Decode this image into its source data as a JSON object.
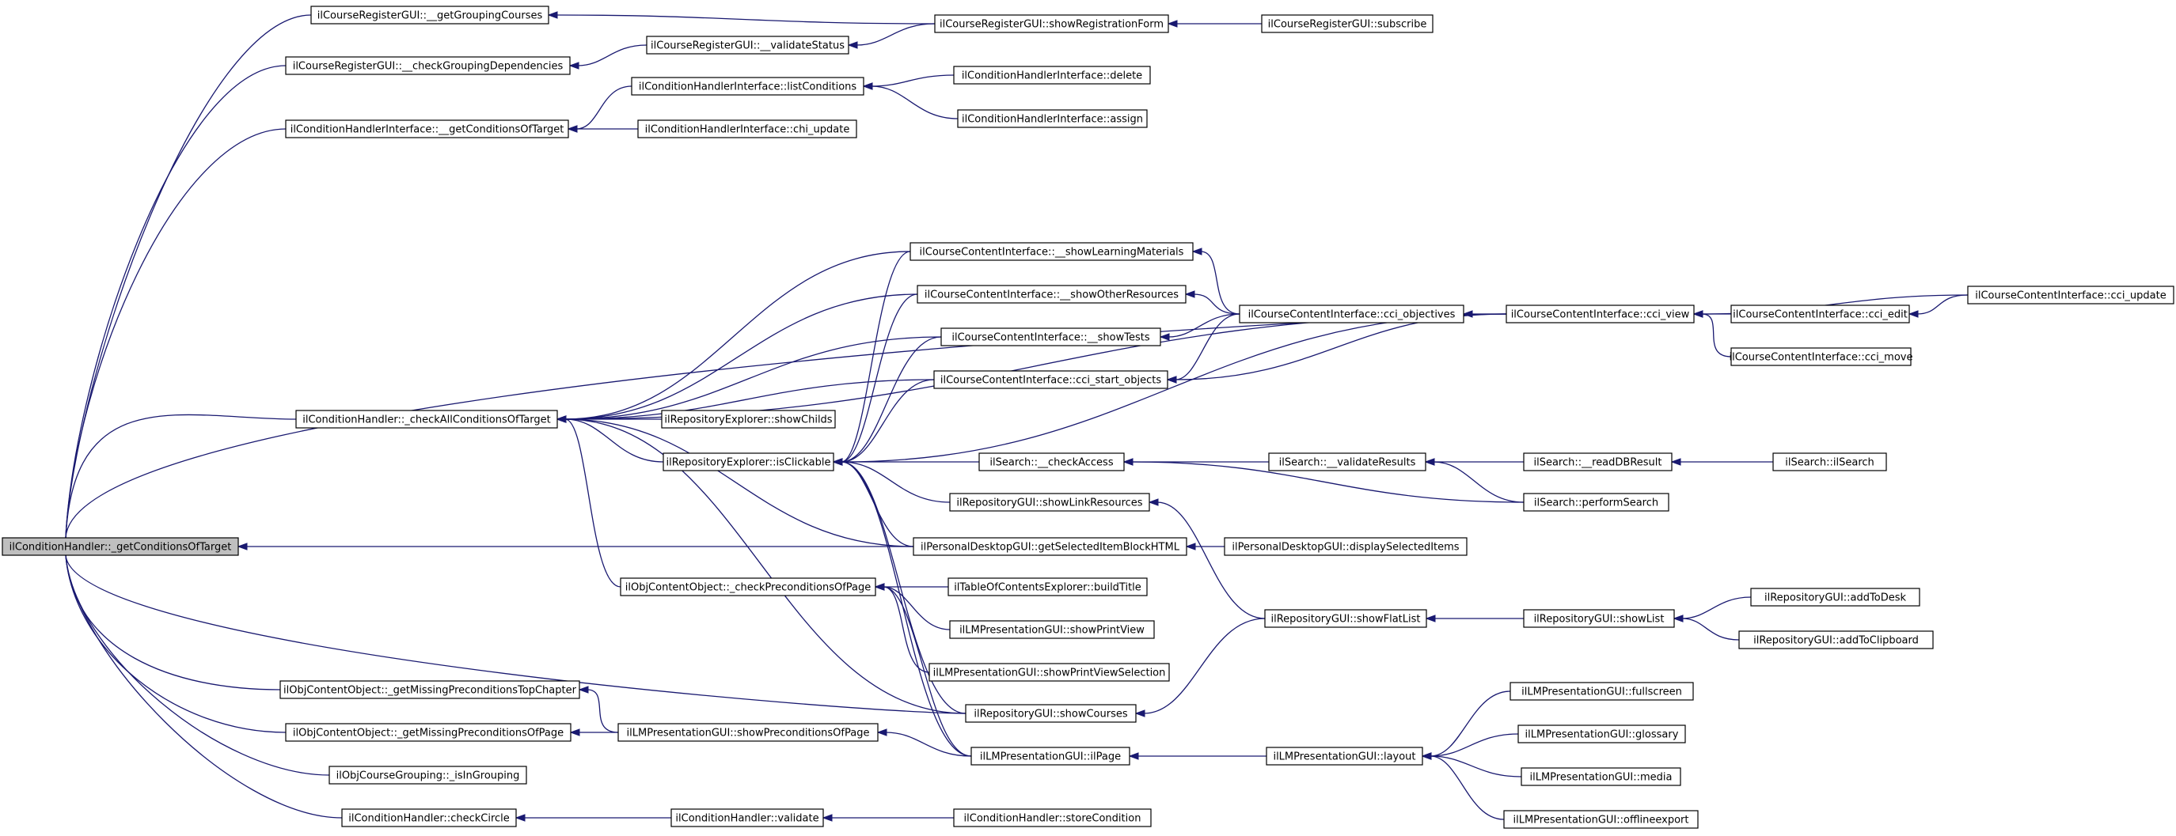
{
  "colors": {
    "edge": "#191970",
    "node_border": "#000000",
    "root_fill": "#bfbfbf",
    "node_fill": "#ffffff"
  },
  "nodes": [
    {
      "id": "root",
      "label": "ilConditionHandler::_getConditionsOfTarget"
    },
    {
      "id": "getGrouping",
      "label": "ilCourseRegisterGUI::__getGroupingCourses"
    },
    {
      "id": "checkGroupingDeps",
      "label": "ilCourseRegisterGUI::__checkGroupingDependencies"
    },
    {
      "id": "chiGetCond",
      "label": "ilConditionHandlerInterface::__getConditionsOfTarget"
    },
    {
      "id": "checkAll",
      "label": "ilConditionHandler::_checkAllConditionsOfTarget"
    },
    {
      "id": "missingTop",
      "label": "ilObjContentObject::_getMissingPreconditionsTopChapter"
    },
    {
      "id": "missingPage",
      "label": "ilObjContentObject::_getMissingPreconditionsOfPage"
    },
    {
      "id": "isInGrouping",
      "label": "ilObjCourseGrouping::_isInGrouping"
    },
    {
      "id": "checkCircle",
      "label": "ilConditionHandler::checkCircle"
    },
    {
      "id": "validateStatus",
      "label": "ilCourseRegisterGUI::__validateStatus"
    },
    {
      "id": "showRegForm",
      "label": "ilCourseRegisterGUI::showRegistrationForm"
    },
    {
      "id": "subscribe",
      "label": "ilCourseRegisterGUI::subscribe"
    },
    {
      "id": "listConditions",
      "label": "ilConditionHandlerInterface::listConditions"
    },
    {
      "id": "chiUpdate",
      "label": "ilConditionHandlerInterface::chi_update"
    },
    {
      "id": "chiDelete",
      "label": "ilConditionHandlerInterface::delete"
    },
    {
      "id": "chiAssign",
      "label": "ilConditionHandlerInterface::assign"
    },
    {
      "id": "showLM",
      "label": "ilCourseContentInterface::__showLearningMaterials"
    },
    {
      "id": "showOther",
      "label": "ilCourseContentInterface::__showOtherResources"
    },
    {
      "id": "showTests",
      "label": "ilCourseContentInterface::__showTests"
    },
    {
      "id": "cciStart",
      "label": "ilCourseContentInterface::cci_start_objects"
    },
    {
      "id": "showChilds",
      "label": "ilRepositoryExplorer::showChilds"
    },
    {
      "id": "isClickable",
      "label": "ilRepositoryExplorer::isClickable"
    },
    {
      "id": "checkPrecond",
      "label": "ilObjContentObject::_checkPreconditionsOfPage"
    },
    {
      "id": "showPrecond",
      "label": "ilLMPresentationGUI::showPreconditionsOfPage"
    },
    {
      "id": "validate",
      "label": "ilConditionHandler::validate"
    },
    {
      "id": "storeCond",
      "label": "ilConditionHandler::storeCondition"
    },
    {
      "id": "cciObjectives",
      "label": "ilCourseContentInterface::cci_objectives"
    },
    {
      "id": "cciView",
      "label": "ilCourseContentInterface::cci_view"
    },
    {
      "id": "cciEdit",
      "label": "ilCourseContentInterface::cci_edit"
    },
    {
      "id": "cciUpdate",
      "label": "ilCourseContentInterface::cci_update"
    },
    {
      "id": "cciMove",
      "label": "ilCourseContentInterface::cci_move"
    },
    {
      "id": "checkAccess",
      "label": "ilSearch::__checkAccess"
    },
    {
      "id": "validateResults",
      "label": "ilSearch::__validateResults"
    },
    {
      "id": "readDB",
      "label": "ilSearch::__readDBResult"
    },
    {
      "id": "ilSearch",
      "label": "ilSearch::ilSearch"
    },
    {
      "id": "performSearch",
      "label": "ilSearch::performSearch"
    },
    {
      "id": "showLinkRes",
      "label": "ilRepositoryGUI::showLinkResources"
    },
    {
      "id": "getSelected",
      "label": "ilPersonalDesktopGUI::getSelectedItemBlockHTML"
    },
    {
      "id": "displaySelected",
      "label": "ilPersonalDesktopGUI::displaySelectedItems"
    },
    {
      "id": "buildTitle",
      "label": "ilTableOfContentsExplorer::buildTitle"
    },
    {
      "id": "showPrintView",
      "label": "ilLMPresentationGUI::showPrintView"
    },
    {
      "id": "showPrintSel",
      "label": "ilLMPresentationGUI::showPrintViewSelection"
    },
    {
      "id": "showCourses",
      "label": "ilRepositoryGUI::showCourses"
    },
    {
      "id": "ilPage",
      "label": "ilLMPresentationGUI::ilPage"
    },
    {
      "id": "showFlatList",
      "label": "ilRepositoryGUI::showFlatList"
    },
    {
      "id": "showList",
      "label": "ilRepositoryGUI::showList"
    },
    {
      "id": "addToDesk",
      "label": "ilRepositoryGUI::addToDesk"
    },
    {
      "id": "addToClip",
      "label": "ilRepositoryGUI::addToClipboard"
    },
    {
      "id": "layout",
      "label": "ilLMPresentationGUI::layout"
    },
    {
      "id": "fullscreen",
      "label": "ilLMPresentationGUI::fullscreen"
    },
    {
      "id": "glossary",
      "label": "ilLMPresentationGUI::glossary"
    },
    {
      "id": "media",
      "label": "ilLMPresentationGUI::media"
    },
    {
      "id": "offline",
      "label": "ilLMPresentationGUI::offlineexport"
    }
  ],
  "edges": [
    [
      "getGrouping",
      "root"
    ],
    [
      "checkGroupingDeps",
      "root"
    ],
    [
      "chiGetCond",
      "root"
    ],
    [
      "checkAll",
      "root"
    ],
    [
      "missingTop",
      "root"
    ],
    [
      "missingPage",
      "root"
    ],
    [
      "isInGrouping",
      "root"
    ],
    [
      "checkCircle",
      "root"
    ],
    [
      "cciView",
      "root"
    ],
    [
      "getSelected",
      "root"
    ],
    [
      "showCourses",
      "root"
    ],
    [
      "showRegForm",
      "getGrouping"
    ],
    [
      "validateStatus",
      "checkGroupingDeps"
    ],
    [
      "showRegForm",
      "validateStatus"
    ],
    [
      "subscribe",
      "showRegForm"
    ],
    [
      "listConditions",
      "chiGetCond"
    ],
    [
      "chiUpdate",
      "chiGetCond"
    ],
    [
      "chiDelete",
      "listConditions"
    ],
    [
      "chiAssign",
      "listConditions"
    ],
    [
      "showLM",
      "checkAll"
    ],
    [
      "showOther",
      "checkAll"
    ],
    [
      "showTests",
      "checkAll"
    ],
    [
      "cciStart",
      "checkAll"
    ],
    [
      "showChilds",
      "checkAll"
    ],
    [
      "isClickable",
      "checkAll"
    ],
    [
      "checkPrecond",
      "checkAll"
    ],
    [
      "getSelected",
      "checkAll"
    ],
    [
      "showCourses",
      "checkAll"
    ],
    [
      "cciView",
      "checkAll"
    ],
    [
      "showPrecond",
      "missingTop"
    ],
    [
      "showPrecond",
      "missingPage"
    ],
    [
      "validate",
      "checkCircle"
    ],
    [
      "storeCond",
      "validate"
    ],
    [
      "cciObjectives",
      "showLM"
    ],
    [
      "cciObjectives",
      "showOther"
    ],
    [
      "cciObjectives",
      "showTests"
    ],
    [
      "cciView",
      "cciStart"
    ],
    [
      "showLM",
      "isClickable"
    ],
    [
      "showOther",
      "isClickable"
    ],
    [
      "showTests",
      "isClickable"
    ],
    [
      "cciStart",
      "isClickable"
    ],
    [
      "cciView",
      "isClickable"
    ],
    [
      "checkAccess",
      "isClickable"
    ],
    [
      "showLinkRes",
      "isClickable"
    ],
    [
      "getSelected",
      "isClickable"
    ],
    [
      "showCourses",
      "isClickable"
    ],
    [
      "ilPage",
      "isClickable"
    ],
    [
      "cciObjectives",
      "cciStart"
    ],
    [
      "cciView",
      "cciObjectives"
    ],
    [
      "cciEdit",
      "cciView"
    ],
    [
      "cciMove",
      "cciView"
    ],
    [
      "cciUpdate",
      "cciView"
    ],
    [
      "cciUpdate",
      "cciEdit"
    ],
    [
      "validateResults",
      "checkAccess"
    ],
    [
      "performSearch",
      "checkAccess"
    ],
    [
      "readDB",
      "validateResults"
    ],
    [
      "performSearch",
      "validateResults"
    ],
    [
      "ilSearch",
      "readDB"
    ],
    [
      "showFlatList",
      "showLinkRes"
    ],
    [
      "displaySelected",
      "getSelected"
    ],
    [
      "buildTitle",
      "checkPrecond"
    ],
    [
      "showPrintView",
      "checkPrecond"
    ],
    [
      "showPrintSel",
      "checkPrecond"
    ],
    [
      "ilPage",
      "checkPrecond"
    ],
    [
      "showFlatList",
      "showCourses"
    ],
    [
      "showList",
      "showFlatList"
    ],
    [
      "addToDesk",
      "showList"
    ],
    [
      "addToClip",
      "showList"
    ],
    [
      "ilPage",
      "showPrecond"
    ],
    [
      "layout",
      "ilPage"
    ],
    [
      "fullscreen",
      "layout"
    ],
    [
      "glossary",
      "layout"
    ],
    [
      "media",
      "layout"
    ],
    [
      "offline",
      "layout"
    ]
  ]
}
